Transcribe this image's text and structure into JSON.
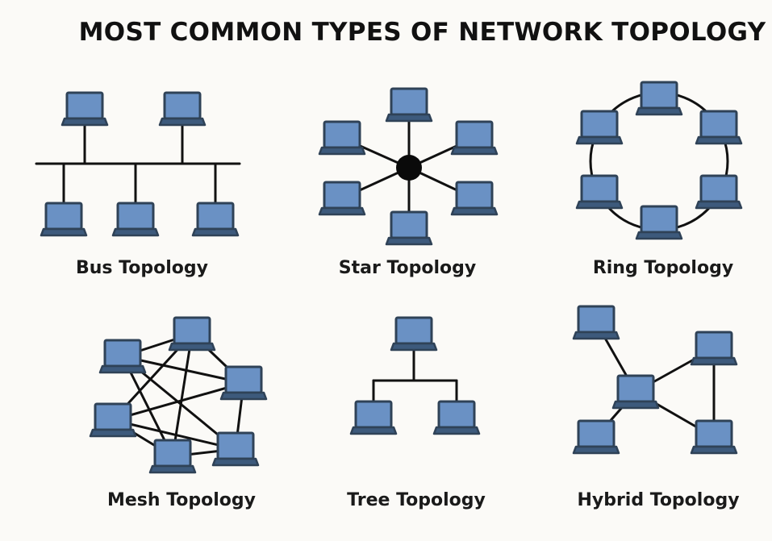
{
  "title": "MOST COMMON TYPES OF NETWORK TOPOLOGY",
  "colors": {
    "background": "#fbfaf7",
    "screen": "#6a91c4",
    "screen_frame": "#2f4257",
    "keyboard": "#3d5a7c",
    "line": "#111111"
  },
  "node_icon": "laptop-icon",
  "hub_icon": "hub-dot-icon",
  "topologies": [
    {
      "id": "bus",
      "label": "Bus Topology"
    },
    {
      "id": "star",
      "label": "Star Topology"
    },
    {
      "id": "ring",
      "label": "Ring Topology"
    },
    {
      "id": "mesh",
      "label": "Mesh Topology"
    },
    {
      "id": "tree",
      "label": "Tree Topology"
    },
    {
      "id": "hybrid",
      "label": "Hybrid Topology"
    }
  ]
}
